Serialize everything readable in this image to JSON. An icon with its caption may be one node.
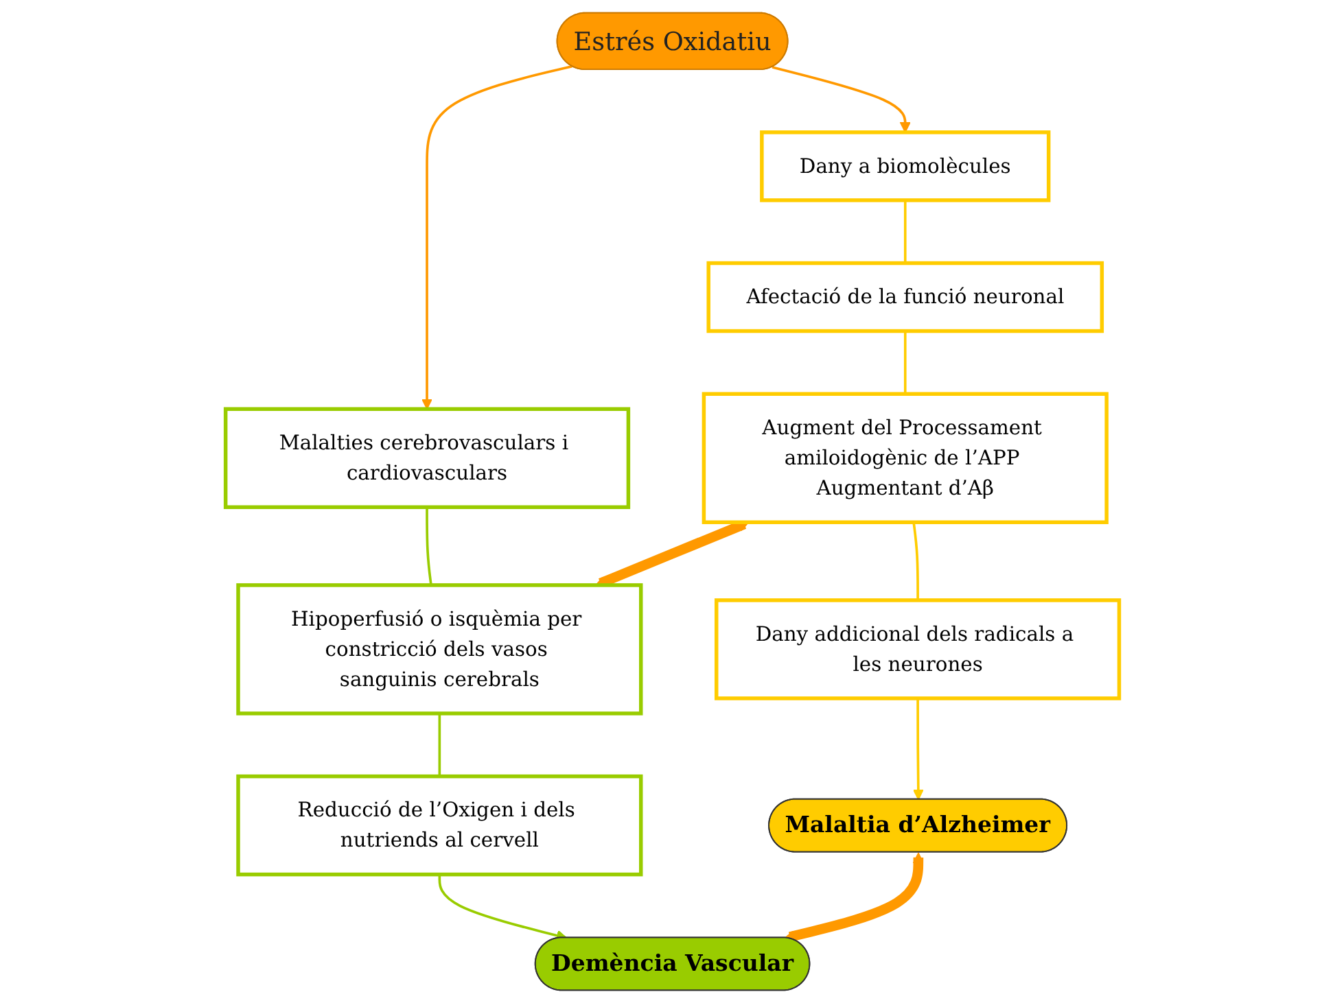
{
  "diagram": {
    "nodes": [
      {
        "text": [
          "Estrés Oxidatiu"
        ]
      },
      {
        "text": [
          "Dany a biomolècules"
        ]
      },
      {
        "text": [
          "Afectació de la funció neuronal"
        ]
      },
      {
        "text": [
          "Augment del Processament amiloidogènic de l’APP Augmentant d’Aβ"
        ]
      },
      {
        "text": [
          "Dany addicional dels radicals a les neurones"
        ]
      },
      {
        "text": [
          "Malalties cerebrovasculars i cardiovasculars"
        ]
      },
      {
        "text": [
          "Hipoperfusió o isquèmia per constricció dels vasos sanguinis cerebrals"
        ]
      },
      {
        "text": [
          "Reducció de l’Oxigen i dels nutriends al cervell"
        ]
      },
      {
        "text": [
          "Malaltia d’Alzheimer"
        ]
      },
      {
        "text": [
          "Demència Vascular"
        ]
      }
    ],
    "edges": [
      {
        "from": 0,
        "to": 1,
        "arrow": "to",
        "color": "#ff9900"
      },
      {
        "from": 0,
        "to": 5,
        "arrow": "to",
        "color": "#ff9900"
      },
      {
        "from": 1,
        "to": 2,
        "arrow": "none",
        "color": "#ffcc00"
      },
      {
        "from": 2,
        "to": 3,
        "arrow": "none",
        "color": "#ffcc00"
      },
      {
        "from": 3,
        "to": 4,
        "arrow": "none",
        "color": "#ffcc00"
      },
      {
        "from": 4,
        "to": 8,
        "arrow": "to",
        "color": "#ffcc00"
      },
      {
        "from": 5,
        "to": 6,
        "arrow": "none",
        "color": "#99cc00"
      },
      {
        "from": 6,
        "to": 7,
        "arrow": "none",
        "color": "#99cc00"
      },
      {
        "from": 7,
        "to": 9,
        "arrow": "to",
        "color": "#99cc00"
      },
      {
        "from": 3,
        "to": 6,
        "arrow": "both",
        "style": "thick",
        "color": "#ff9900"
      },
      {
        "from": 8,
        "to": 9,
        "arrow": "both",
        "style": "thick",
        "color": "#ff9900"
      }
    ]
  }
}
